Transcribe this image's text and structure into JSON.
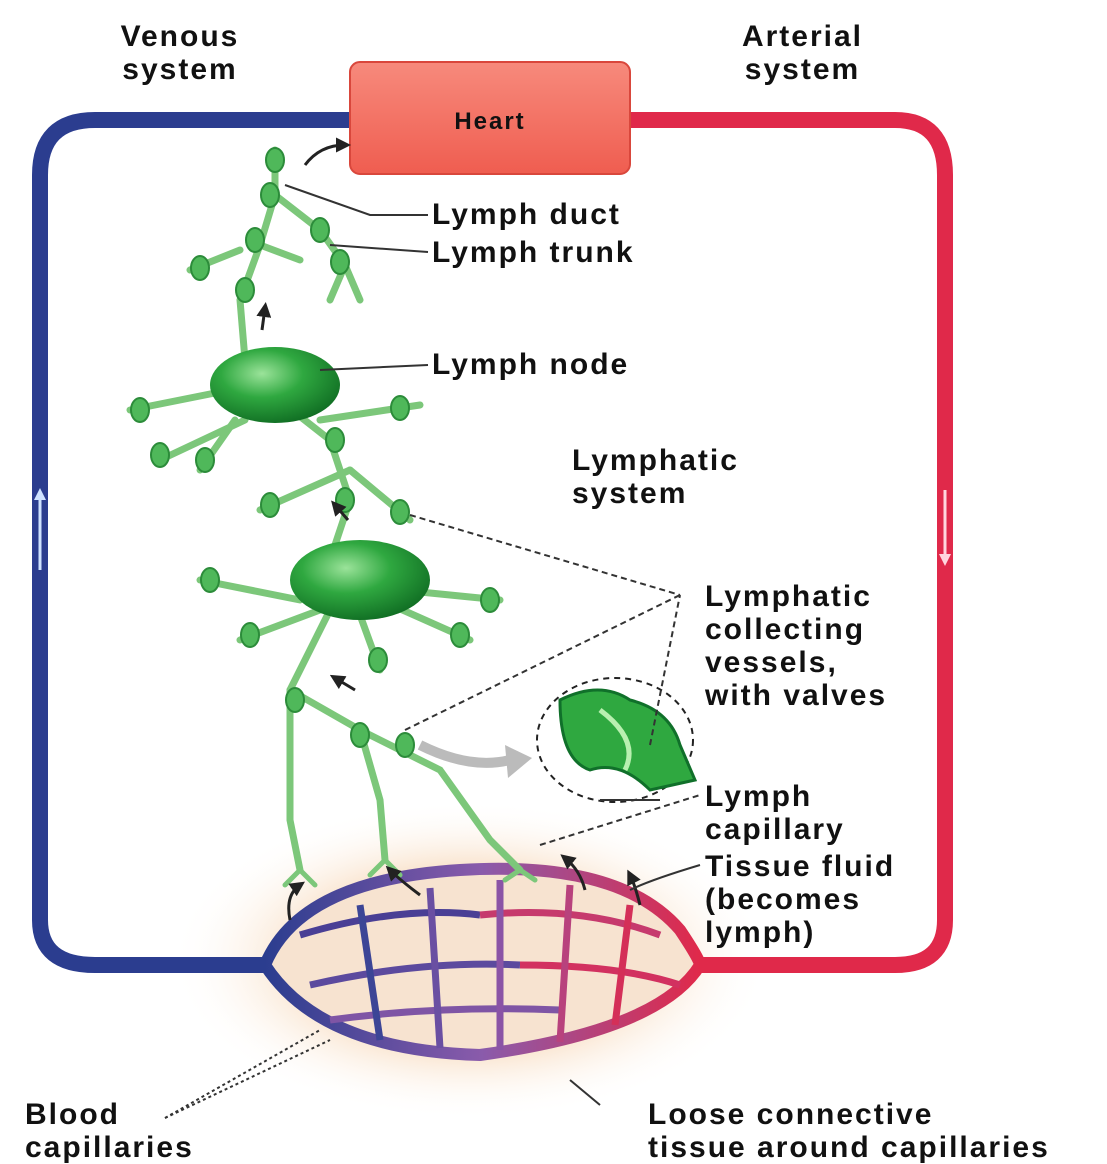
{
  "labels": {
    "venous": "Venous\nsystem",
    "arterial": "Arterial\nsystem",
    "heart": "Heart",
    "lymph_duct": "Lymph duct",
    "lymph_trunk": "Lymph trunk",
    "lymph_node": "Lymph node",
    "lymphatic_system": "Lymphatic\nsystem",
    "collecting_vessels": "Lymphatic\ncollecting\nvessels,\nwith valves",
    "lymph_capillary": "Lymph\ncapillary",
    "tissue_fluid": "Tissue fluid\n(becomes\nlymph)",
    "blood_capillaries": "Blood\ncapillaries",
    "loose_connective": "Loose connective\ntissue around capillaries"
  },
  "colors": {
    "venous": "#2b3d8f",
    "arterial": "#e0294a",
    "heart": "#f26b5e",
    "lymph": "#7cc77a",
    "lymph_node": "#2f9e3e",
    "tissue": "#f8d8b8",
    "capillary_mid": "#7a5aa8"
  }
}
